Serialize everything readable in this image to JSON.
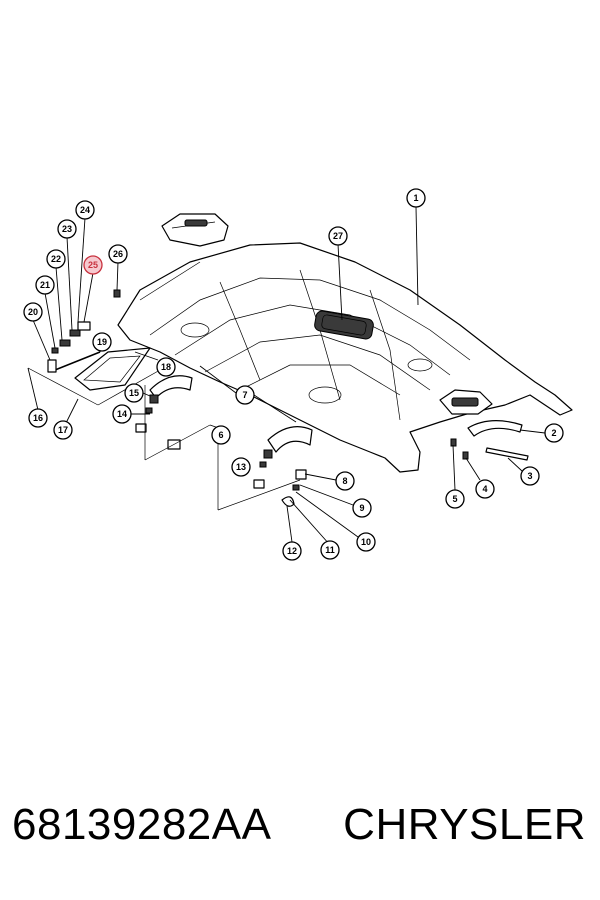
{
  "callouts": [
    "1",
    "2",
    "3",
    "4",
    "5",
    "6",
    "7",
    "8",
    "9",
    "10",
    "11",
    "12",
    "13",
    "14",
    "15",
    "16",
    "17",
    "18",
    "19",
    "20",
    "21",
    "22",
    "23",
    "24",
    "25",
    "26",
    "27"
  ],
  "highlighted_callout": "25",
  "colors": {
    "highlight": "#c8323f",
    "highlight_fill": "#f6c9cf",
    "line": "#000000"
  },
  "footer": {
    "part_number": "68139282AA",
    "brand": "CHRYSLER"
  }
}
